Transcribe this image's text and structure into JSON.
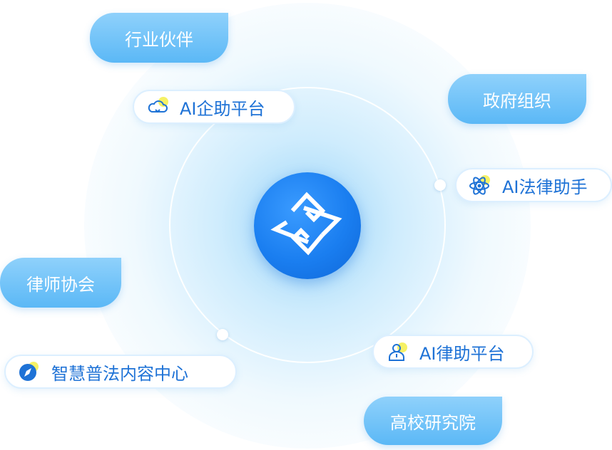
{
  "outer_labels": {
    "industry_partners": "行业伙伴",
    "government_orgs": "政府组织",
    "lawyer_association": "律师协会",
    "university_institutes": "高校研究院"
  },
  "platforms": {
    "ai_enterprise": "AI企助平台",
    "ai_legal_assistant": "AI法律助手",
    "ai_lawyer_platform": "AI律助平台",
    "legal_content_center": "智慧普法内容中心"
  },
  "icons": {
    "ai_enterprise": "cloud-icon",
    "ai_legal_assistant": "atom-icon",
    "ai_lawyer_platform": "person-icon",
    "legal_content_center": "compass-icon",
    "center": "logo-s-icon"
  },
  "colors": {
    "pill_top": "#8fd1fb",
    "pill_bottom": "#5bb8f6",
    "chip_text": "#1e72d6",
    "logo_blue": "#1a7ef0",
    "highlight_yellow": "#f3ef4a"
  }
}
